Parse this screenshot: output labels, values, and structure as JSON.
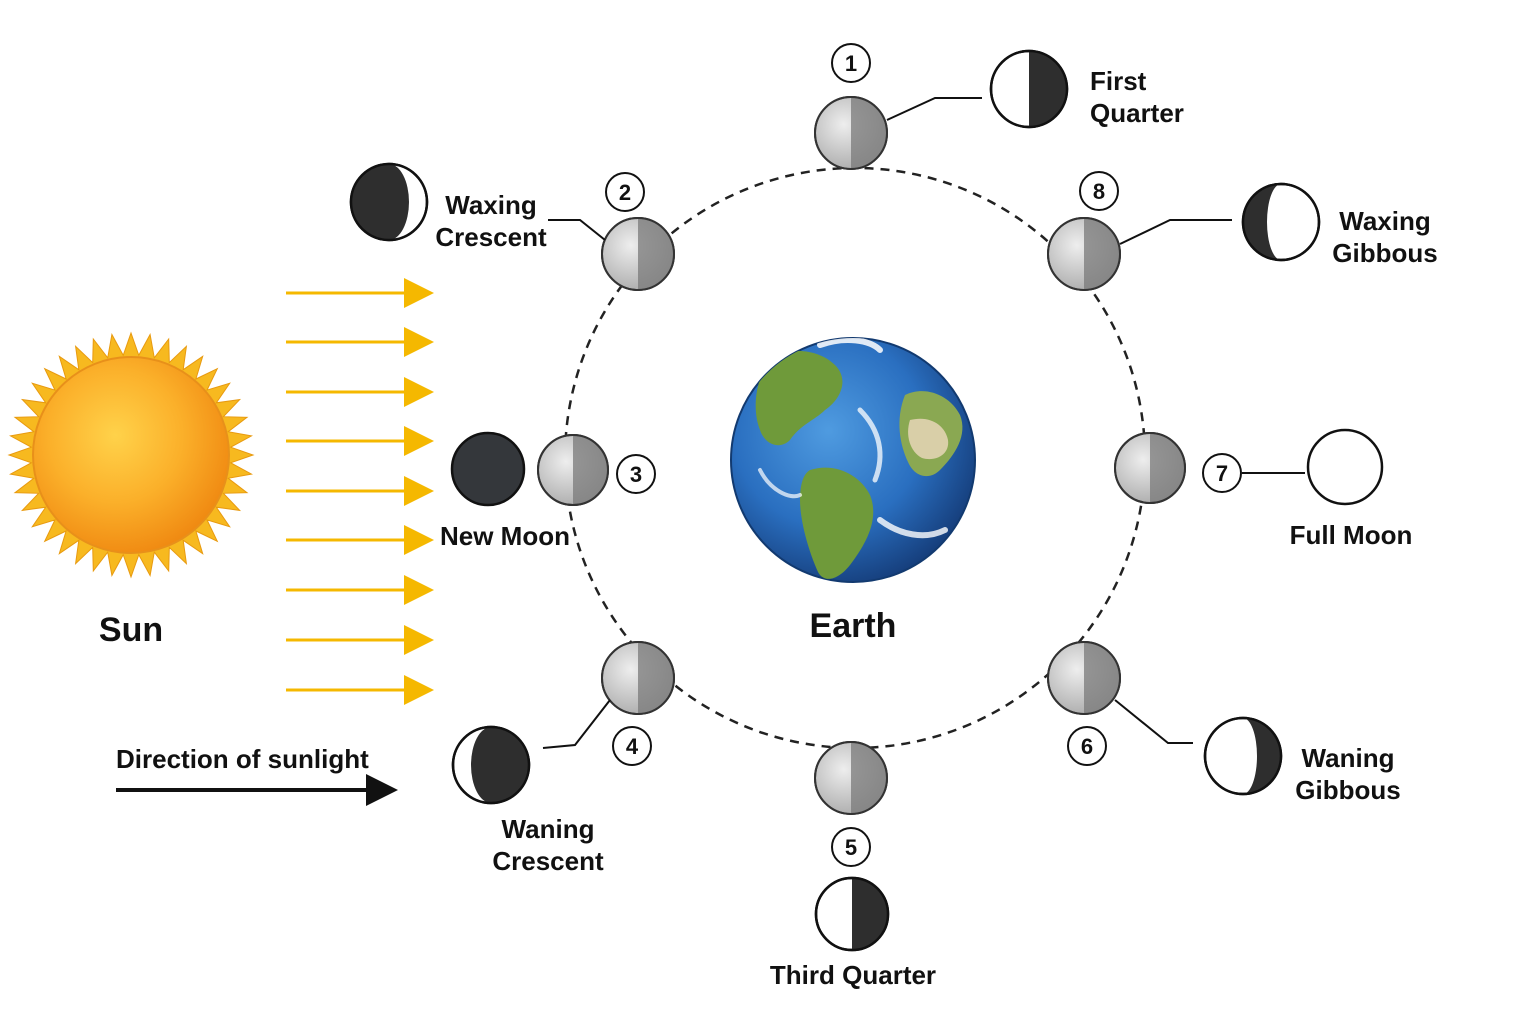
{
  "sun": {
    "label": "Sun"
  },
  "earth": {
    "label": "Earth"
  },
  "sunlight": {
    "label": "Direction of sunlight"
  },
  "colors": {
    "sunlight_arrow": "#f5b800",
    "sun_core": "#f9a41a",
    "sun_rays": "#f7b91f",
    "ocean": "#2a6fc0",
    "land": "#6f9a3a",
    "moon_gray": "#b9b9b9",
    "moon_dark": "#333333",
    "orbit": "#222222"
  },
  "phases": [
    {
      "number": "1",
      "label_lines": [
        "First",
        "Quarter"
      ]
    },
    {
      "number": "2",
      "label_lines": [
        "Waxing",
        "Crescent"
      ]
    },
    {
      "number": "3",
      "label_lines": [
        "New Moon"
      ]
    },
    {
      "number": "4",
      "label_lines": [
        "Waning",
        "Crescent"
      ]
    },
    {
      "number": "5",
      "label_lines": [
        "Third Quarter"
      ]
    },
    {
      "number": "6",
      "label_lines": [
        "Waning",
        "Gibbous"
      ]
    },
    {
      "number": "7",
      "label_lines": [
        "Full Moon"
      ]
    },
    {
      "number": "8",
      "label_lines": [
        "Waxing",
        "Gibbous"
      ]
    }
  ]
}
